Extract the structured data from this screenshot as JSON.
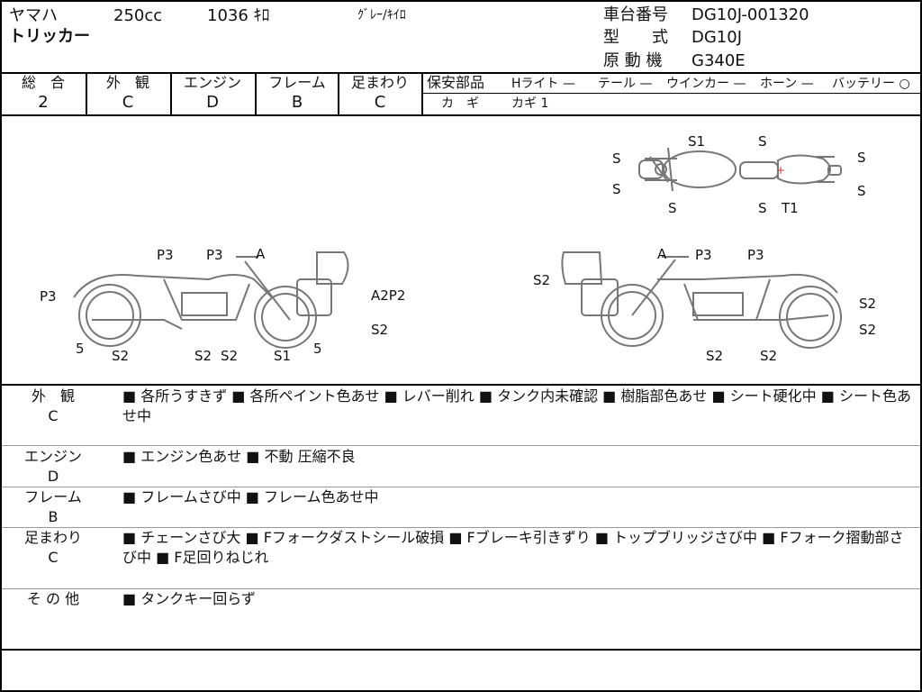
{
  "header": {
    "maker": "ヤマハ",
    "cc": "250cc",
    "km": "1036 ｷﾛ",
    "color": "ｸﾞﾚｰ/ｷｲﾛ",
    "model_name": "トリッカー",
    "chassis_label": "車台番号",
    "chassis_value": "DG10J-001320",
    "type_label": "型　　式",
    "type_value": "DG10J",
    "engine_label": "原 動 機",
    "engine_value": "G340E"
  },
  "grades": {
    "overall_label": "総　合",
    "overall_value": "2",
    "exterior_label": "外　観",
    "exterior_value": "C",
    "engine_label": "エンジン",
    "engine_value": "D",
    "frame_label": "フレーム",
    "frame_value": "B",
    "suspension_label": "足まわり",
    "suspension_value": "C"
  },
  "safety": {
    "label": "保安部品",
    "headlight": "Hライト —",
    "tail": "テール —",
    "winker": "ウインカー —",
    "horn": "ホーン —",
    "battery": "バッテリー ○",
    "key_label": "カ　ギ",
    "key_value": "カギ 1"
  },
  "diagram_top": {
    "s1": "S1",
    "s_top": "S",
    "s_left_top": "S",
    "s_left_bottom": "S",
    "s_bottom_left": "S",
    "s_bottom_mid": "S",
    "t1": "T1",
    "s_right_top": "S",
    "s_right_bottom": "S",
    "plus": "+"
  },
  "diagram_left": {
    "p3_a": "P3",
    "p3_b": "P3",
    "a": "A",
    "p3_c": "P3",
    "a2p2": "A2P2",
    "s2_right": "S2",
    "five_left": "5",
    "s2_a": "S2",
    "s2_b": "S2",
    "s2_c": "S2",
    "s1": "S1",
    "five_right": "5"
  },
  "diagram_right": {
    "a": "A",
    "p3_a": "P3",
    "p3_b": "P3",
    "s2_left": "S2",
    "s2_r1": "S2",
    "s2_r2": "S2",
    "s2_b1": "S2",
    "s2_b2": "S2"
  },
  "notes": {
    "exterior_label": "外　観",
    "exterior_grade": "C",
    "exterior_text": "■ 各所うすきず ■ 各所ペイント色あせ ■ レバー削れ ■ タンク内未確認 ■ 樹脂部色あせ ■ シート硬化中 ■ シート色あせ中",
    "engine_label": "エンジン",
    "engine_grade": "D",
    "engine_text": "■ エンジン色あせ ■ 不動 圧縮不良",
    "frame_label": "フレーム",
    "frame_grade": "B",
    "frame_text": "■ フレームさび中 ■ フレーム色あせ中",
    "suspension_label": "足まわり",
    "suspension_grade": "C",
    "suspension_text": "■ チェーンさび大 ■ Fフォークダストシール破損 ■ Fブレーキ引きずり ■ トップブリッジさび中 ■ Fフォーク摺動部さび中 ■ F足回りねじれ",
    "other_label": "そ の 他",
    "other_text": "■ タンクキー回らず"
  }
}
